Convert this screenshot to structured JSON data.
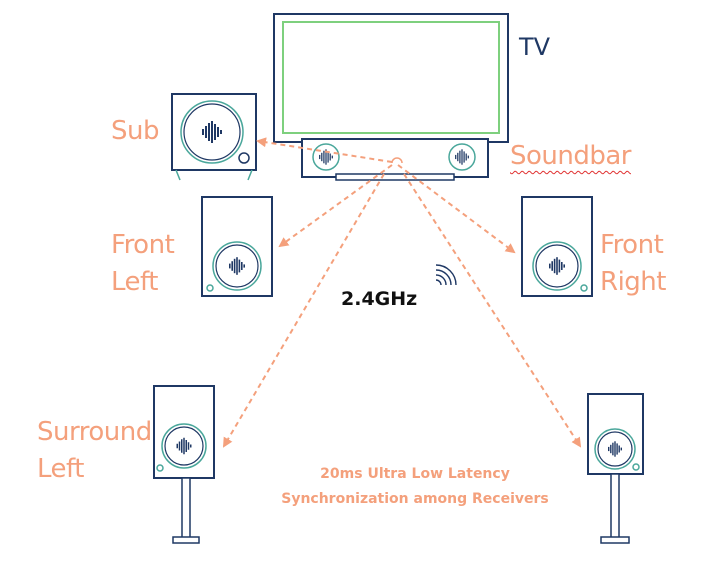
{
  "labels": {
    "tv": "TV",
    "sub": "Sub",
    "soundbar": "Soundbar",
    "front_left_1": "Front",
    "front_left_2": "Left",
    "front_right_1": "Front",
    "front_right_2": "Right",
    "surround_left_1": "Surround",
    "surround_left_2": "Left",
    "frequency": "2.4GHz",
    "latency_1": "20ms Ultra Low Latency",
    "latency_2": "Synchronization among Receivers"
  },
  "colors": {
    "outline": "#1f3864",
    "screen": "#7ed07e",
    "accent": "#f4a07c",
    "driver": "#4aa79b"
  }
}
